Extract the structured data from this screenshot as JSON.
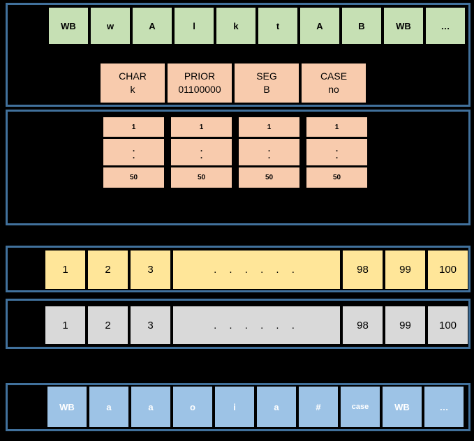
{
  "colors": {
    "background": "#000000",
    "panel_border": "#41719C",
    "green_fill": "#C6E0B4",
    "orange_fill": "#F8CBAD",
    "yellow_fill": "#FFE699",
    "gray_fill": "#D9D9D9",
    "blue_fill": "#9DC3E6",
    "cell_border": "#000000",
    "dark_text": "#000000",
    "light_text": "#FFFFFF"
  },
  "top_row": {
    "cells": [
      "WB",
      "w",
      "A",
      "l",
      "k",
      "t",
      "A",
      "B",
      "WB",
      "…"
    ]
  },
  "feature_boxes": [
    {
      "title": "CHAR",
      "value": "k"
    },
    {
      "title": "PRIOR",
      "value": "01100000"
    },
    {
      "title": "SEG",
      "value": "B"
    },
    {
      "title": "CASE",
      "value": "no"
    }
  ],
  "feature_columns": [
    {
      "first": "1",
      "dots": ".\n.",
      "last": "50"
    },
    {
      "first": "1",
      "dots": ".\n.",
      "last": "50"
    },
    {
      "first": "1",
      "dots": ".\n.",
      "last": "50"
    },
    {
      "first": "1",
      "dots": ".\n.",
      "last": "50"
    }
  ],
  "yellow_row": {
    "cells": [
      "1",
      "2",
      "3",
      ". . . . . .",
      "98",
      "99",
      "100"
    ]
  },
  "gray_row": {
    "cells": [
      "1",
      "2",
      "3",
      ". . . . . .",
      "98",
      "99",
      "100"
    ]
  },
  "bottom_row": {
    "cells": [
      "WB",
      "a",
      "a",
      "o",
      "i",
      "a",
      "#",
      "case",
      "WB",
      "…"
    ]
  }
}
